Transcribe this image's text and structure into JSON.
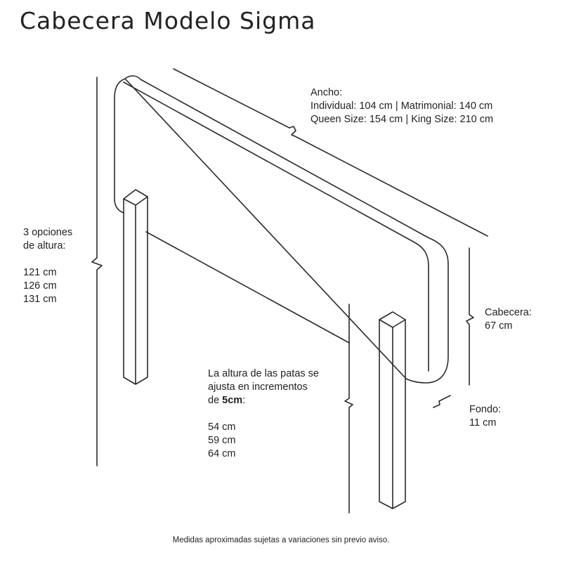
{
  "title": "Cabecera Modelo Sigma",
  "width": {
    "label": "Ancho:",
    "line1": "Individual: 104 cm | Matrimonial: 140 cm",
    "line2": "Queen Size: 154 cm | King Size: 210 cm"
  },
  "height_options": {
    "label1": "3 opciones",
    "label2": "de altura:",
    "values": [
      "121 cm",
      "126 cm",
      "131 cm"
    ]
  },
  "headboard": {
    "label": "Cabecera:",
    "value": "67 cm"
  },
  "legs": {
    "line1": "La altura de las patas se",
    "line2": "ajusta en incrementos",
    "line3_prefix": "de ",
    "line3_bold": "5cm",
    "line3_suffix": ":",
    "values": [
      "54 cm",
      "59 cm",
      "64 cm"
    ]
  },
  "depth": {
    "label": "Fondo:",
    "value": "11 cm"
  },
  "footer": "Medidas aproximadas sujetas a variaciones sin previo aviso."
}
